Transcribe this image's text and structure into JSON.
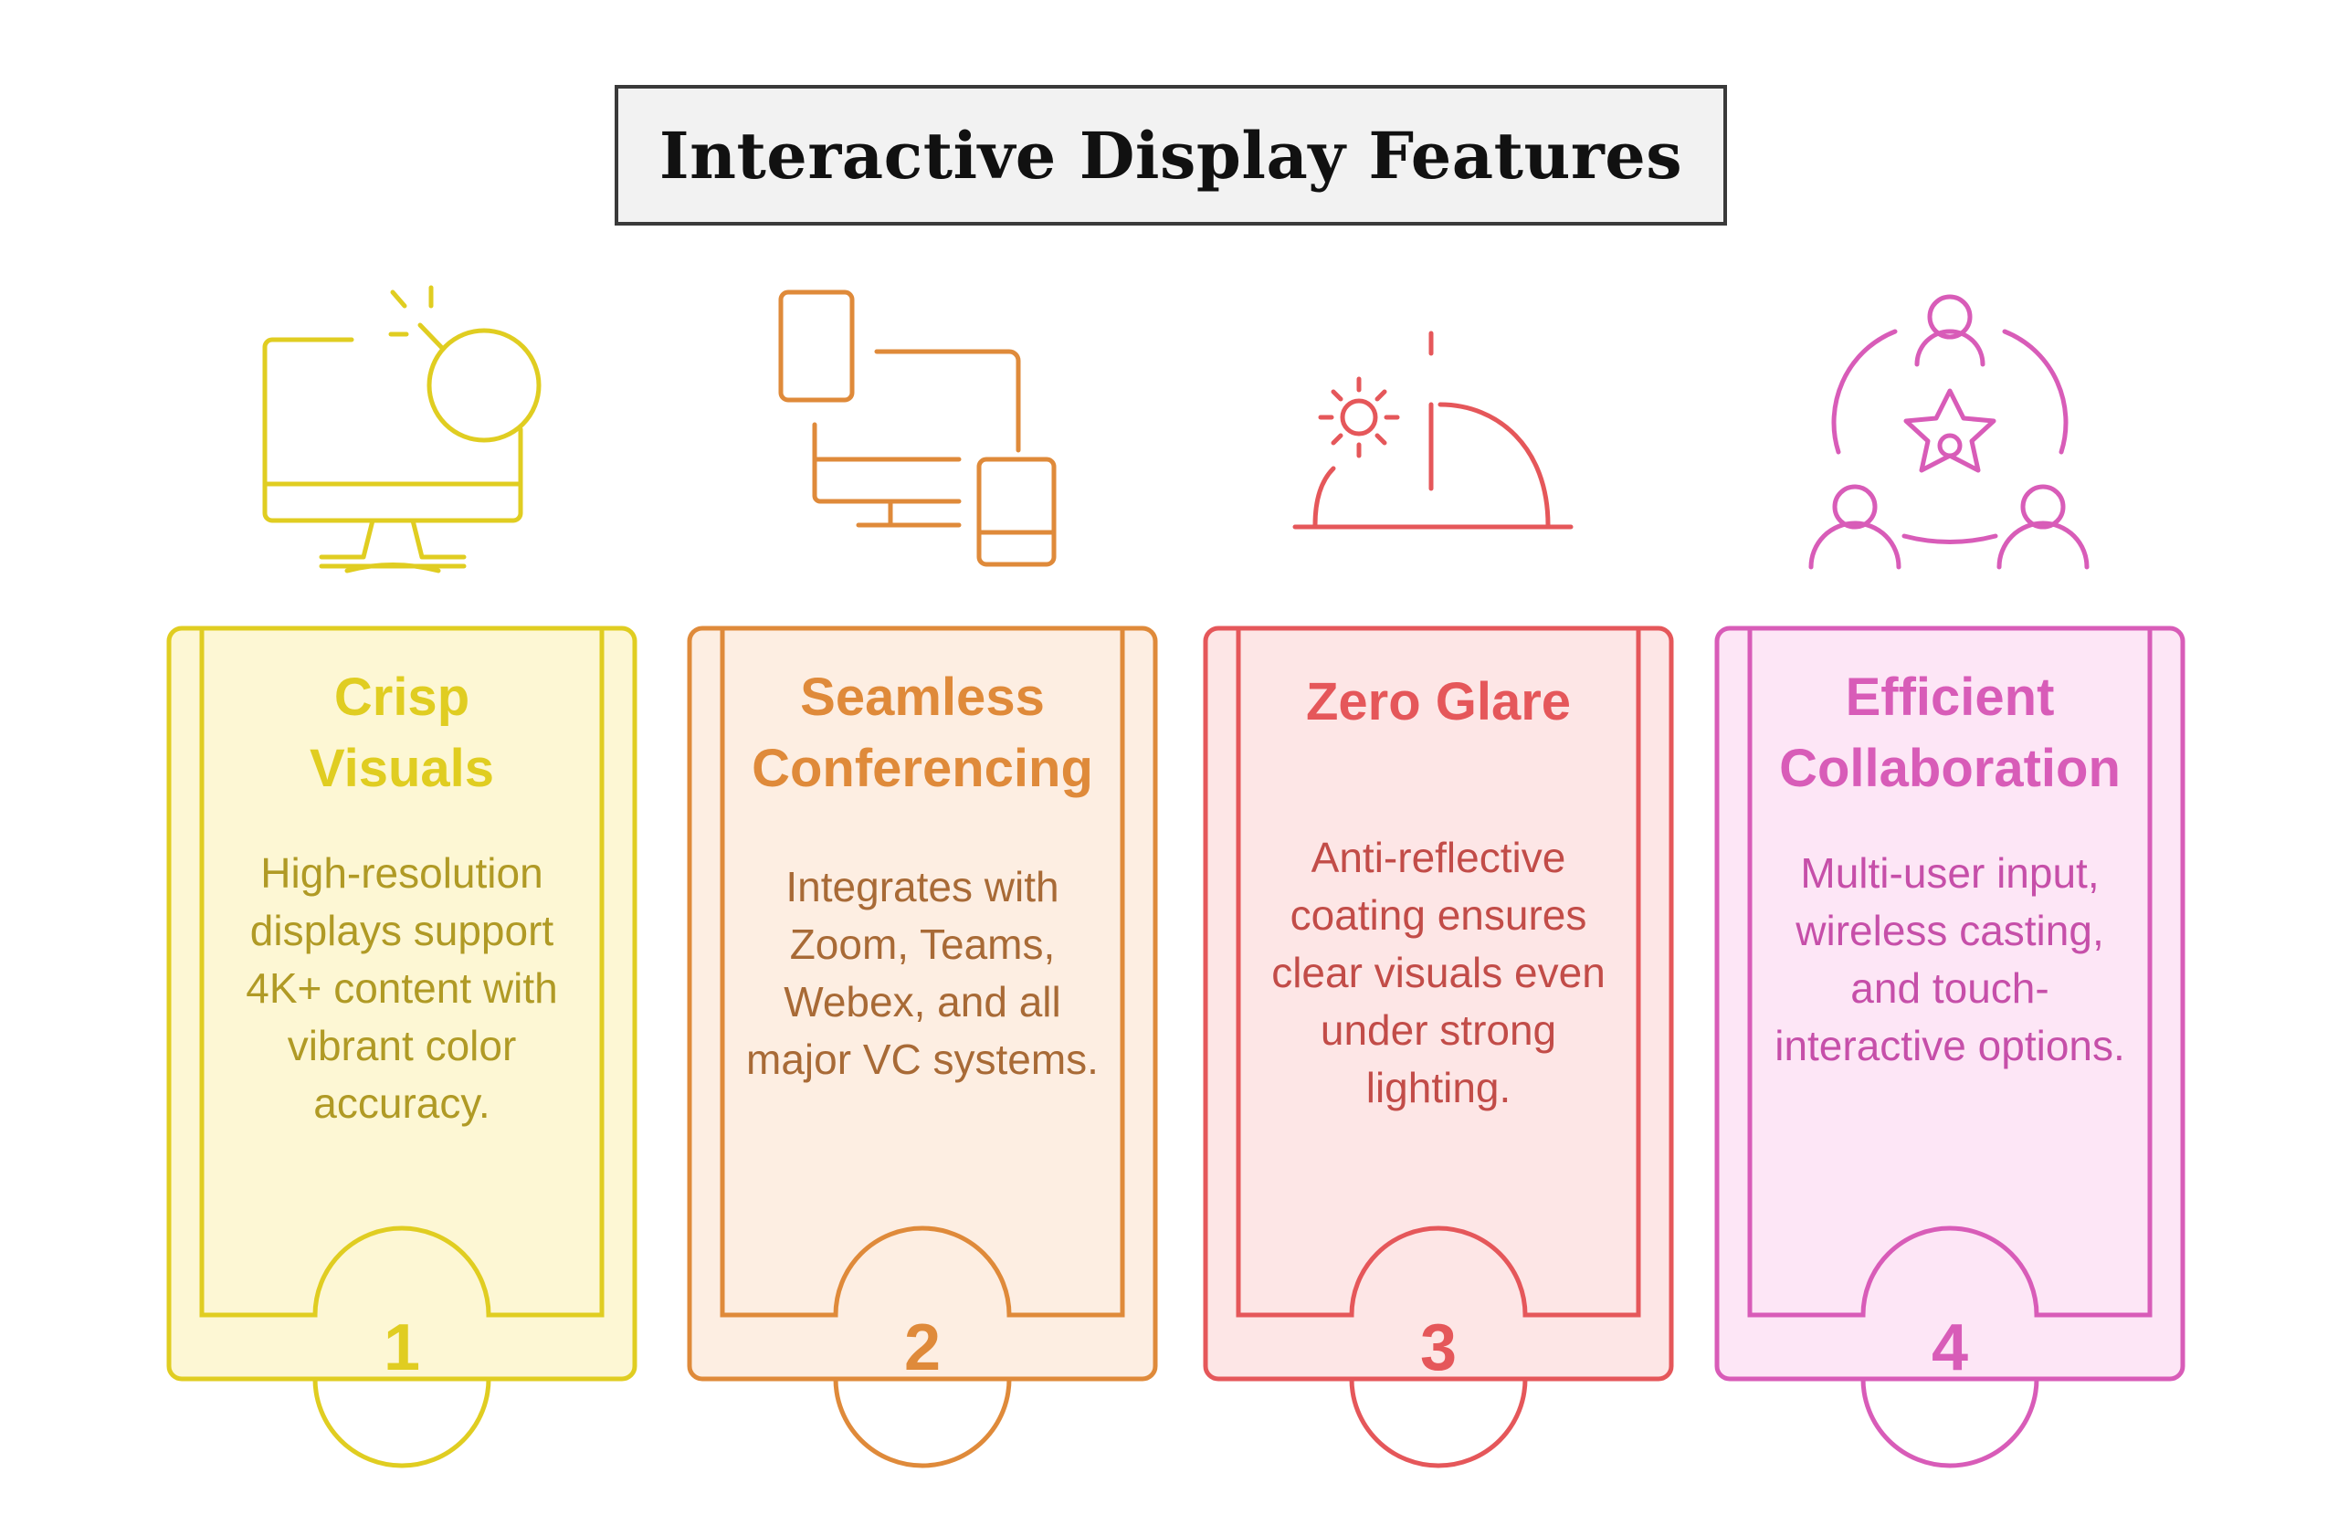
{
  "title": "Interactive Display Features",
  "features": [
    {
      "number": "1",
      "title_line1": "Crisp",
      "title_line2": "Visuals",
      "description": "High-resolution displays support 4K+ content with vibrant color accuracy.",
      "icon": "monitor-icon",
      "color": "#e0cd21",
      "text_color": "#b09a25",
      "fill": "#fdf7d4"
    },
    {
      "number": "2",
      "title_line1": "Seamless",
      "title_line2": "Conferencing",
      "description": "Integrates with Zoom, Teams, Webex, and all major VC systems.",
      "icon": "connected-devices-icon",
      "color": "#df8a3a",
      "text_color": "#a86a36",
      "fill": "#fdeee2"
    },
    {
      "number": "3",
      "title_line1": "Zero Glare",
      "title_line2": "",
      "description": "Anti-reflective coating ensures clear visuals even under strong lighting.",
      "icon": "sun-dome-icon",
      "color": "#e5575a",
      "text_color": "#c24c48",
      "fill": "#fde6e6"
    },
    {
      "number": "4",
      "title_line1": "Efficient",
      "title_line2": "Collaboration",
      "description": "Multi-user input, wireless casting, and touch-interactive options.",
      "icon": "team-collaboration-icon",
      "color": "#d85cb8",
      "text_color": "#c64fa9",
      "fill": "#fde6f6"
    }
  ]
}
